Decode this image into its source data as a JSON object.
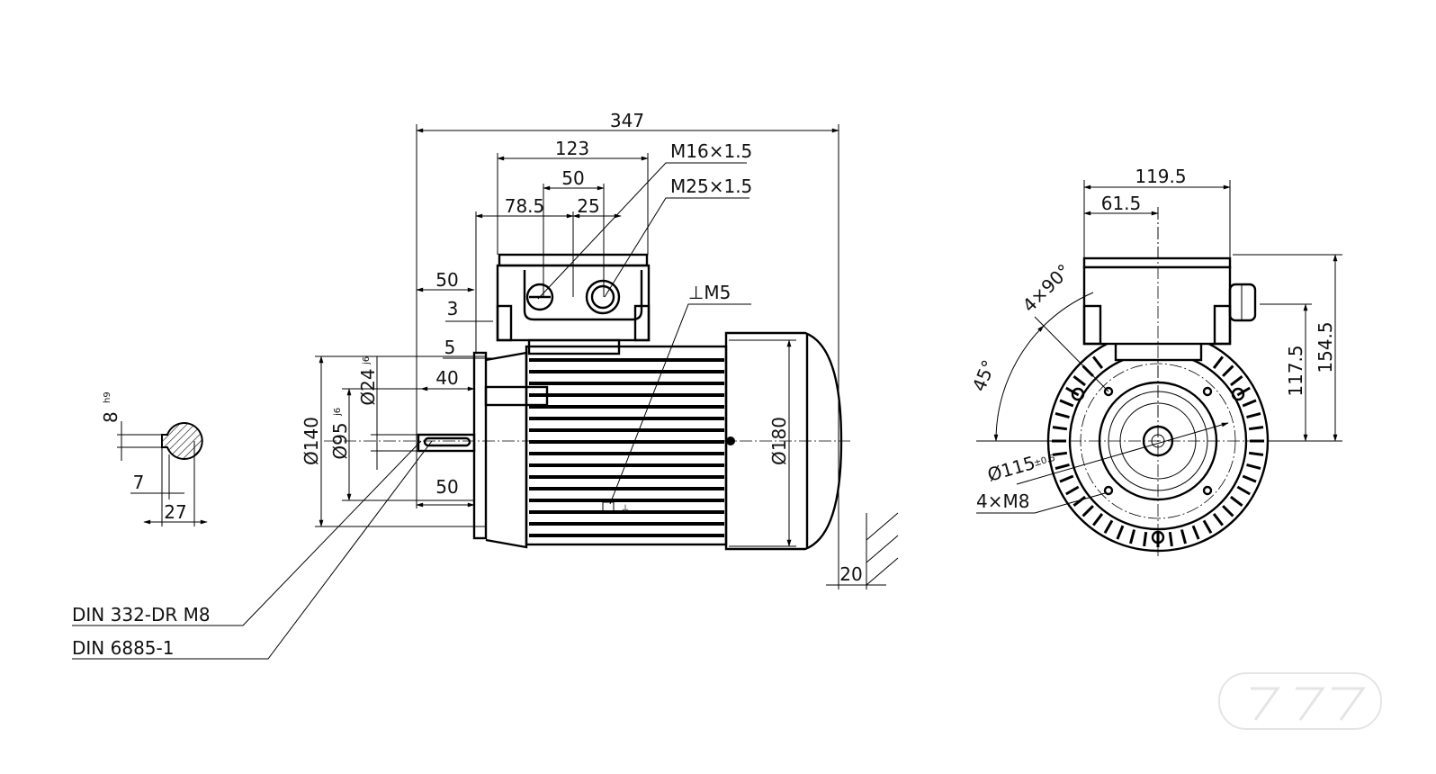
{
  "side_view": {
    "overall_length": "347",
    "terminal_box_length": "123",
    "gland_spacing": "50",
    "box_offset": "78.5",
    "gland_offset": "25",
    "flange_to_shaft_end": "50",
    "flange_thickness": "3",
    "spigot_depth": "5",
    "key_length": "40",
    "shaft_length": "50",
    "flange_diameter": "Ø140",
    "spigot_diameter": "Ø95",
    "spigot_tolerance": "j6",
    "shaft_diameter": "Ø24",
    "shaft_tolerance": "j6",
    "body_diameter": "Ø180",
    "fan_clearance": "20",
    "gland_small": "M16×1.5",
    "gland_large": "M25×1.5",
    "earth_screw": "⊥M5"
  },
  "front_view": {
    "box_width": "119.5",
    "box_half": "61.5",
    "total_height": "154.5",
    "gland_height": "117.5",
    "angle_first": "45°",
    "angle_pitch": "4×90°",
    "bolt_circle": "Ø115",
    "bolt_circle_tolerance": "±0.5",
    "bolt_thread": "4×M8"
  },
  "key_detail": {
    "key_width": "8",
    "key_tolerance": "h9",
    "key_depth": "7",
    "shaft_height": "27"
  },
  "callouts": {
    "centre_hole": "DIN 332-DR M8",
    "key_standard": "DIN 6885-1"
  }
}
